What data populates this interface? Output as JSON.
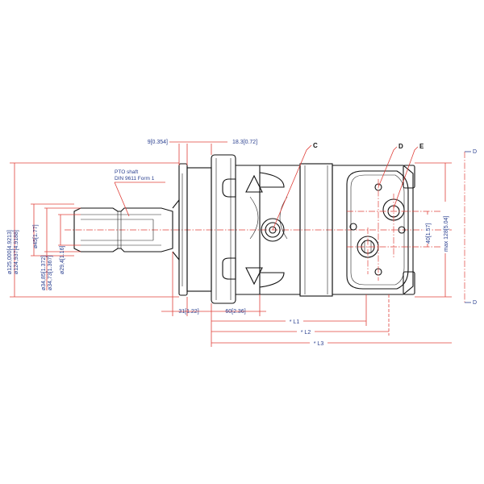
{
  "drawing": {
    "title": "Hydraulic motor with PTO shaft - dimensional drawing",
    "colors": {
      "dimension_line": "#e0403a",
      "dimension_text": "#2a3f8f",
      "outline": "#111111"
    },
    "callouts": {
      "c": "C",
      "d": "D",
      "e": "E"
    },
    "shaft_note": {
      "line1": "PTO shaft",
      "line2": "DIN 9611 Form 1"
    },
    "dimensions_top": {
      "flange_thickness": "9[0.354]",
      "flange_offset": "18.3[0.72]"
    },
    "dimensions_left": {
      "pilot_max": "ø125,000[4.9213]",
      "pilot_min": "ø124,937[4.9188]",
      "shaft_outer": "ø45[1.77]",
      "spline_max": "ø34,85[1.372]",
      "spline_min": "ø34,73[1.367]",
      "spline_root": "ø29,4[1.16]"
    },
    "dimensions_bottom": {
      "shaft_length": "31[1.22]",
      "housing_length": "60[2.36]",
      "l1": "* L1",
      "l2": "* L2",
      "l3": "* L3"
    },
    "dimensions_right": {
      "port_spacing": "40[1.57]",
      "max_height": "max 128[5.04]",
      "section_top": "D",
      "section_bottom": "D"
    }
  }
}
